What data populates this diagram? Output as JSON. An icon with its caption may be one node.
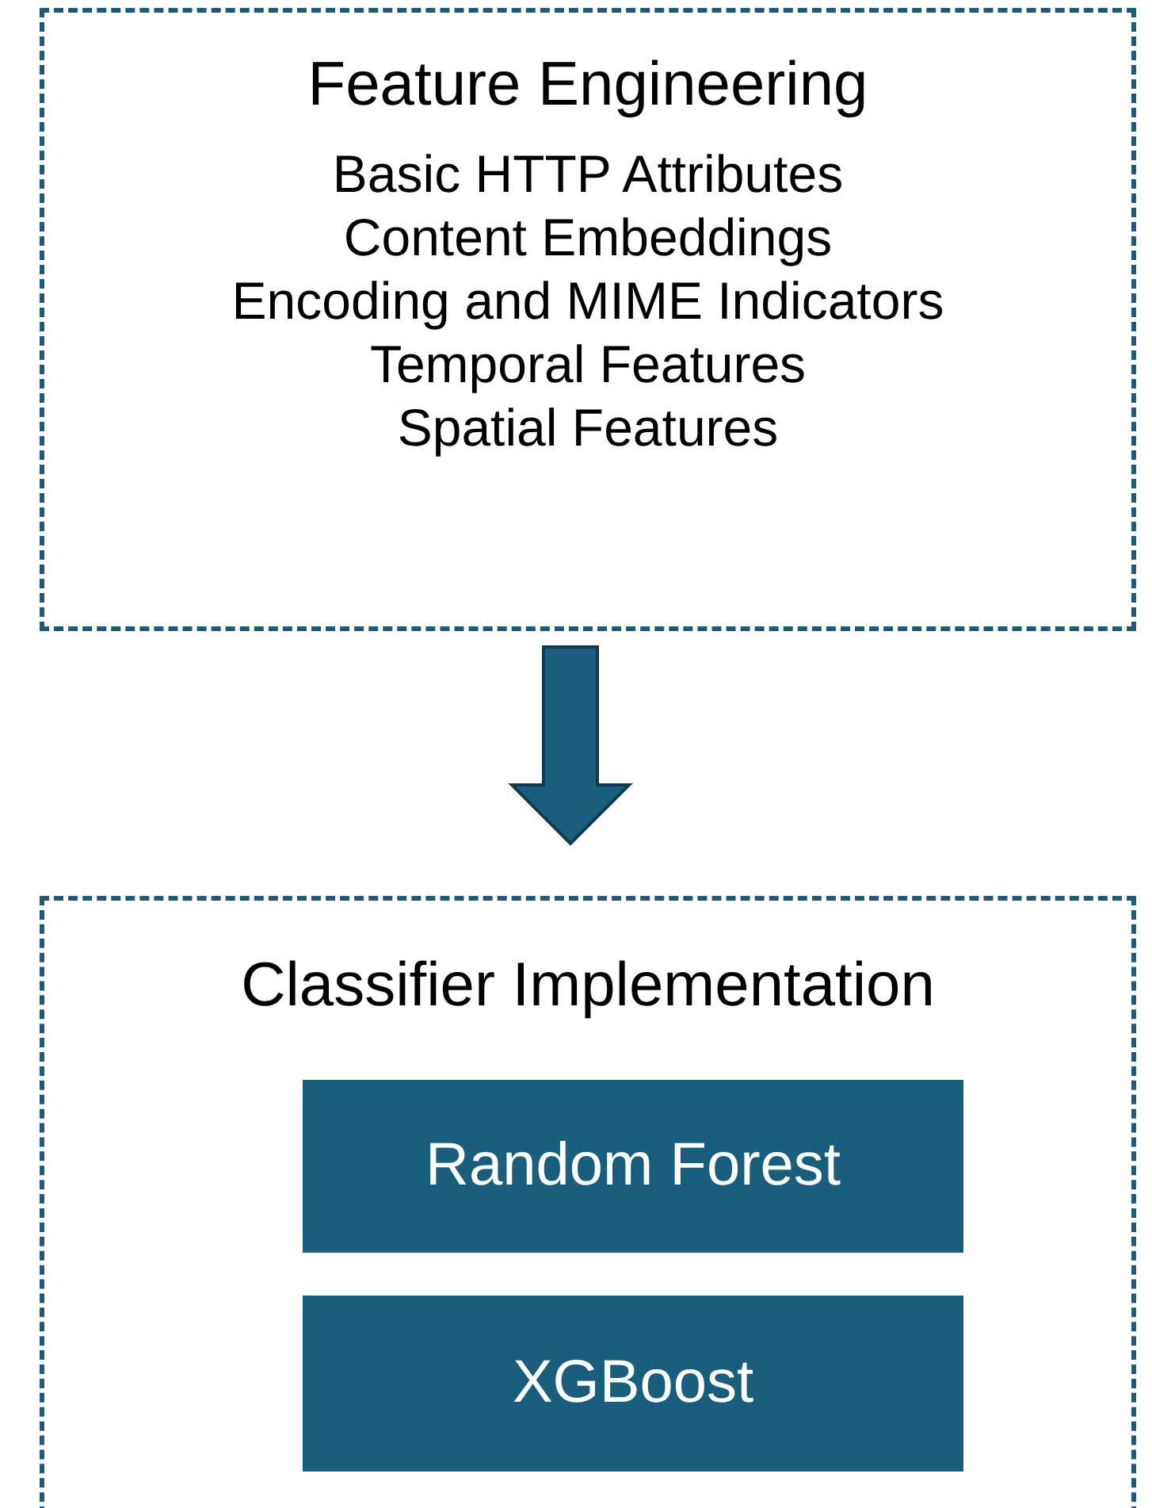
{
  "diagram": {
    "nodes": [
      {
        "text": [
          "Feature Engineering",
          "Basic HTTP Attributes",
          "Content Embeddings",
          "Encoding and MIME Indicators",
          "Temporal Features",
          "Spatial Features"
        ]
      },
      {
        "text": [
          "Classifier Implementation"
        ]
      },
      {
        "text": [
          "Random Forest"
        ],
        "in": 1
      },
      {
        "text": [
          "XGBoost"
        ],
        "in": 1
      }
    ],
    "edges": [
      {
        "from": 0,
        "to": 1,
        "arrow": "to",
        "style": "thick"
      }
    ]
  }
}
